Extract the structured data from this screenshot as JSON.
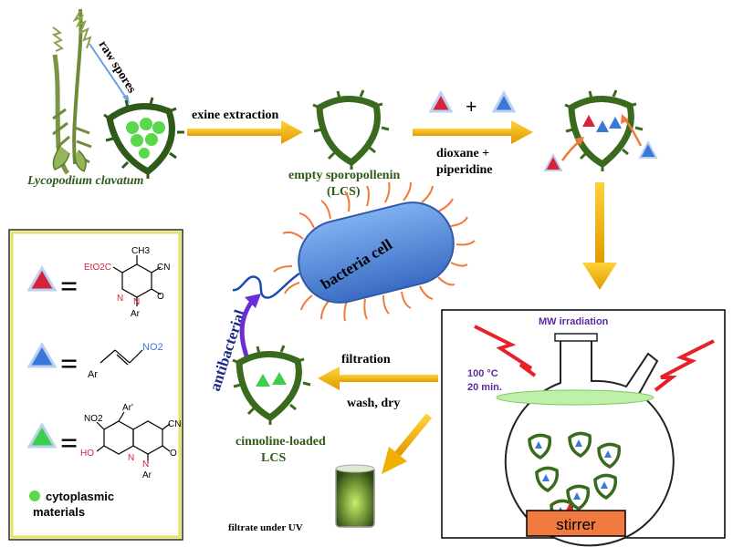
{
  "labels": {
    "raw_spores": "raw spores",
    "plant_name": "Lycopodium clavatum",
    "exine_extraction": "exine extraction",
    "empty_line1": "empty sporopollenin",
    "empty_line2": "(LCS)",
    "plus": "+",
    "dioxane": "dioxane +",
    "piperidine": "piperidine",
    "bacteria_cell": "bacteria cell",
    "antibacterial": "antibacterial",
    "mw_irradiation": "MW irradiation",
    "temperature": "100 °C",
    "time": "20 min.",
    "filtration": "filtration",
    "wash_dry": "wash, dry",
    "cinnoline_line1": "cinnoline-loaded",
    "cinnoline_line2": "LCS",
    "filtrate": "filtrate under UV",
    "stirrer": "stirrer"
  },
  "legend": {
    "equals": "=",
    "red_structure": {
      "ch3": "CH3",
      "ester": "EtO2C",
      "cn": "CN",
      "n_left": "N",
      "n_right": "N",
      "ar": "Ar",
      "o": "O"
    },
    "blue_structure": {
      "no2": "NO2",
      "ar": "Ar"
    },
    "green_structure": {
      "ar_prime": "Ar'",
      "no2": "NO2",
      "cn": "CN",
      "ho": "HO",
      "n_left": "N",
      "n_right": "N",
      "o": "O",
      "ar": "Ar"
    },
    "cytoplasmic_line1": "cytoplasmic",
    "cytoplasmic_line2": "materials"
  },
  "colors": {
    "arrow": "#f5b700",
    "plant": "#6f8a3a",
    "spore": "#2f5a1a",
    "red_reactant": "#d4233a",
    "blue_reactant": "#3a78d8",
    "green_product": "#3ccf4e",
    "cytoplasm": "#58d84a",
    "bacteria": "#4d86d6",
    "flagella": "#f07a3a",
    "legend_border": "#e8e060",
    "flask_liquid": "#bdf0a8",
    "stirrer": "#f07a40",
    "curved_arrow": "#6a2dd8",
    "lightning": "#e8202a",
    "text_green": "#2f5a18",
    "text_purple": "#5a2aa0"
  }
}
